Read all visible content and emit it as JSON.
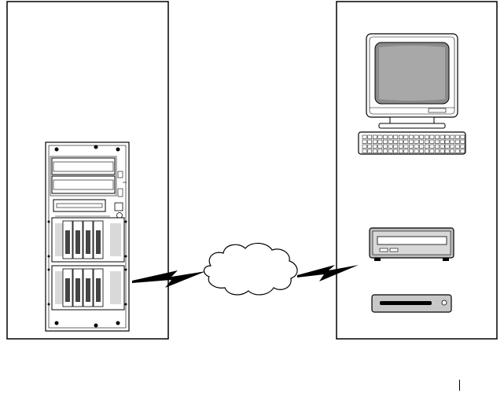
{
  "diagram": {
    "panels": [
      "server-panel",
      "client-panel"
    ],
    "network": {
      "link_style": "lightning",
      "cloud": true
    },
    "server": {
      "device": "tower-server",
      "drive_bays": 8
    },
    "clients": [
      "workstation-computer",
      "tape-drive",
      "removable-media-drive"
    ]
  }
}
